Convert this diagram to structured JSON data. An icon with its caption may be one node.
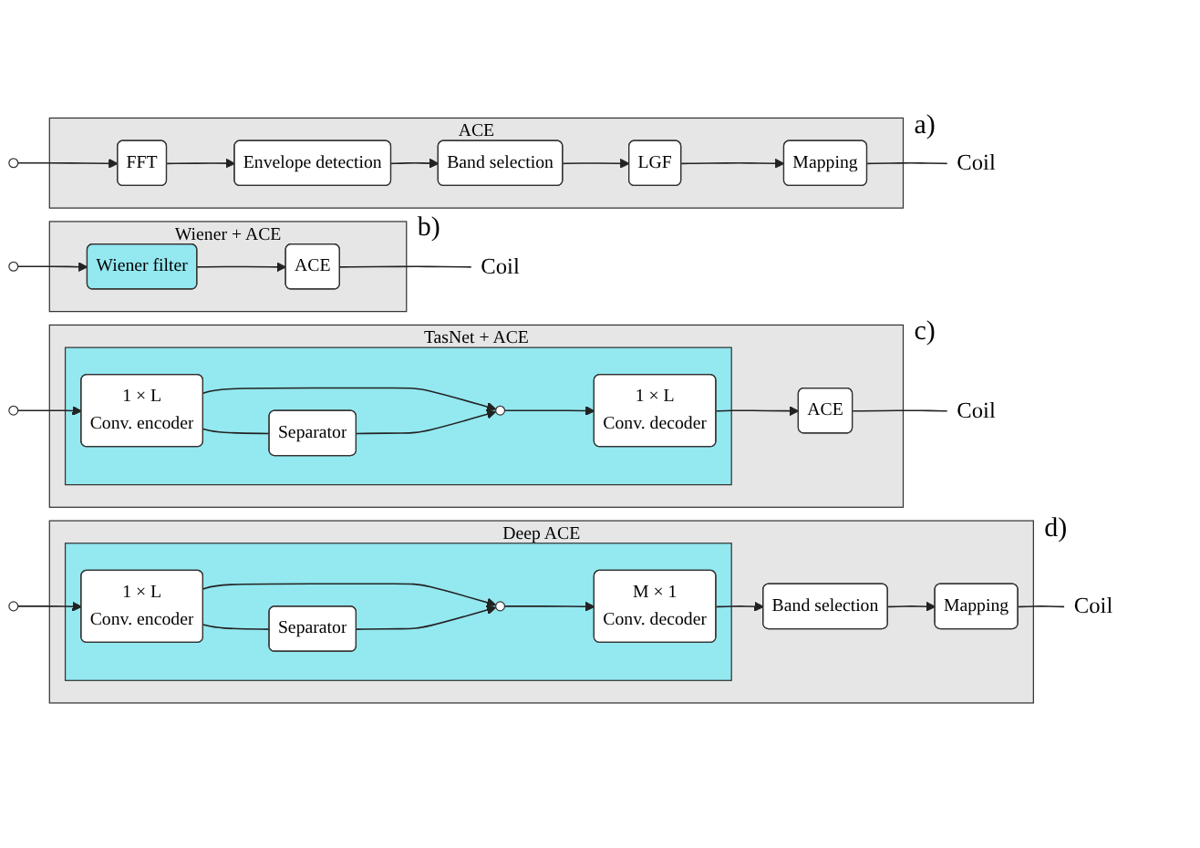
{
  "diagram": {
    "nodes": [
      {
        "text": [
          "ACE"
        ]
      },
      {
        "text": [],
        "shape": "circle"
      },
      {
        "text": [
          "FFT"
        ],
        "in": 0
      },
      {
        "text": [
          "Envelope detection"
        ],
        "in": 0
      },
      {
        "text": [
          "Band selection"
        ],
        "in": 0
      },
      {
        "text": [
          "LGF"
        ],
        "in": 0
      },
      {
        "text": [
          "Mapping"
        ],
        "in": 0
      },
      {
        "text": [
          "Coil"
        ]
      },
      {
        "text": [
          "Wiener + ACE"
        ]
      },
      {
        "text": [],
        "shape": "circle"
      },
      {
        "text": [
          "Wiener filter"
        ],
        "in": 8
      },
      {
        "text": [
          "ACE"
        ],
        "in": 8
      },
      {
        "text": [
          "Coil"
        ]
      },
      {
        "text": [
          "TasNet + ACE"
        ]
      },
      {
        "text": [],
        "shape": "circle"
      },
      {
        "text": [],
        "shape": "box",
        "in": 13
      },
      {
        "text": [
          "1 × L",
          "Conv. encoder"
        ],
        "in": 15
      },
      {
        "text": [
          "Separator"
        ],
        "in": 15
      },
      {
        "text": [],
        "shape": "circle",
        "in": 15
      },
      {
        "text": [
          "1 × L",
          "Conv. decoder"
        ],
        "in": 15
      },
      {
        "text": [
          "ACE"
        ],
        "in": 13
      },
      {
        "text": [
          "Coil"
        ]
      },
      {
        "text": [
          "Deep ACE"
        ]
      },
      {
        "text": [],
        "shape": "circle"
      },
      {
        "text": [],
        "shape": "box",
        "in": 22
      },
      {
        "text": [
          "1 × L",
          "Conv. encoder"
        ],
        "in": 24
      },
      {
        "text": [
          "Separator"
        ],
        "in": 24
      },
      {
        "text": [],
        "shape": "circle",
        "in": 24
      },
      {
        "text": [
          "M × 1",
          "Conv. decoder"
        ],
        "in": 24
      },
      {
        "text": [
          "Band selection"
        ],
        "in": 22
      },
      {
        "text": [
          "Mapping"
        ],
        "in": 22
      },
      {
        "text": [
          "Coil"
        ]
      }
    ],
    "edges": [
      {
        "from": 1,
        "to": 2,
        "arrow": "to"
      },
      {
        "from": 2,
        "to": 3,
        "arrow": "to"
      },
      {
        "from": 3,
        "to": 4,
        "arrow": "to"
      },
      {
        "from": 4,
        "to": 5,
        "arrow": "to"
      },
      {
        "from": 5,
        "to": 6,
        "arrow": "to"
      },
      {
        "from": 6,
        "to": 7,
        "arrow": "none"
      },
      {
        "from": 9,
        "to": 10,
        "arrow": "to"
      },
      {
        "from": 10,
        "to": 11,
        "arrow": "to"
      },
      {
        "from": 11,
        "to": 12,
        "arrow": "none"
      },
      {
        "from": 14,
        "to": 16,
        "arrow": "to"
      },
      {
        "from": 16,
        "to": 17,
        "arrow": "none"
      },
      {
        "from": 16,
        "to": 18,
        "arrow": "to"
      },
      {
        "from": 17,
        "to": 18,
        "arrow": "to"
      },
      {
        "from": 18,
        "to": 19,
        "arrow": "to"
      },
      {
        "from": 19,
        "to": 20,
        "arrow": "to"
      },
      {
        "from": 20,
        "to": 21,
        "arrow": "none"
      },
      {
        "from": 23,
        "to": 25,
        "arrow": "to"
      },
      {
        "from": 25,
        "to": 26,
        "arrow": "none"
      },
      {
        "from": 25,
        "to": 27,
        "arrow": "to"
      },
      {
        "from": 26,
        "to": 27,
        "arrow": "to"
      },
      {
        "from": 27,
        "to": 28,
        "arrow": "to"
      },
      {
        "from": 28,
        "to": 29,
        "arrow": "to"
      },
      {
        "from": 29,
        "to": 30,
        "arrow": "to"
      },
      {
        "from": 30,
        "to": 31,
        "arrow": "none"
      }
    ],
    "labels": [
      "a)",
      "b)",
      "c)",
      "d)"
    ]
  }
}
